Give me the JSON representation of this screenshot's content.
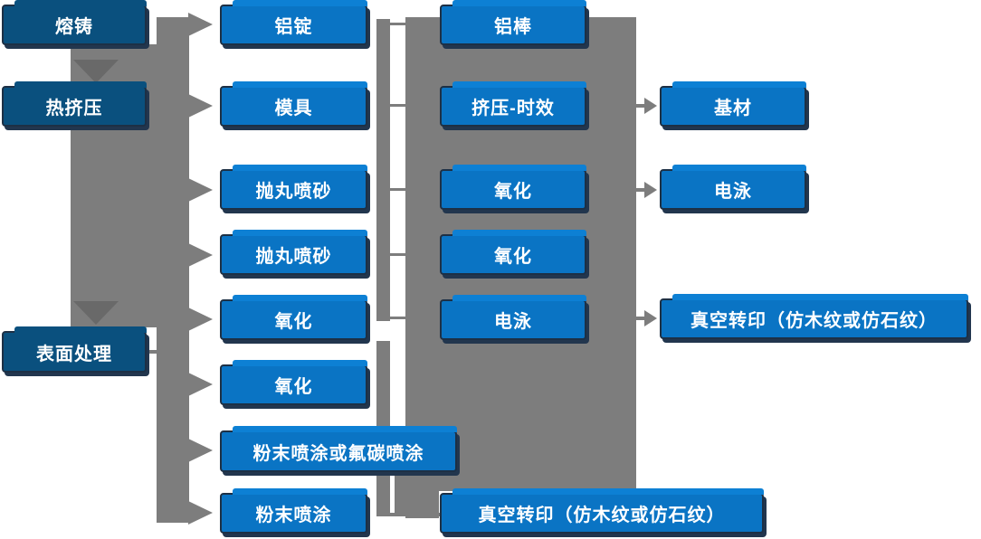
{
  "diagram_type": "flowchart",
  "colors": {
    "node_blue": "#0a74c4",
    "node_blue_highlight": "#0d80d4",
    "node_dark_blue": "#0a507e",
    "node_border": "#1d3045",
    "node_shadow": "#22364e",
    "connector_gray": "#7d7d7d",
    "arrow_dark_gray": "#696969",
    "text": "#ffffff",
    "background": "#ffffff"
  },
  "columns": [
    {
      "name": "process-stages",
      "nodes": [
        {
          "id": "melting",
          "label": "熔铸"
        },
        {
          "id": "hot-extrusion",
          "label": "热挤压"
        },
        {
          "id": "surface-treatment",
          "label": "表面处理"
        }
      ]
    },
    {
      "name": "materials-and-pretreatment",
      "nodes": [
        {
          "id": "aluminum-ingot",
          "label": "铝锭"
        },
        {
          "id": "mold",
          "label": "模具"
        },
        {
          "id": "shot-blasting-1",
          "label": "抛丸喷砂"
        },
        {
          "id": "shot-blasting-2",
          "label": "抛丸喷砂"
        },
        {
          "id": "oxidation-1",
          "label": "氧化"
        },
        {
          "id": "oxidation-2",
          "label": "氧化"
        },
        {
          "id": "powder-or-fluorocarbon-spraying",
          "label": "粉末喷涂或氟碳喷涂"
        },
        {
          "id": "powder-spraying",
          "label": "粉末喷涂"
        }
      ]
    },
    {
      "name": "intermediate-processes",
      "nodes": [
        {
          "id": "aluminum-rod",
          "label": "铝棒"
        },
        {
          "id": "extrusion-aging",
          "label": "挤压-时效"
        },
        {
          "id": "oxidation-3",
          "label": "氧化"
        },
        {
          "id": "oxidation-4",
          "label": "氧化"
        },
        {
          "id": "electrophoresis-1",
          "label": "电泳"
        },
        {
          "id": "vacuum-transfer-1",
          "label": "真空转印（仿木纹或仿石纹）"
        }
      ]
    },
    {
      "name": "finished-treatments",
      "nodes": [
        {
          "id": "base-material",
          "label": "基材"
        },
        {
          "id": "electrophoresis-2",
          "label": "电泳"
        },
        {
          "id": "vacuum-transfer-2",
          "label": "真空转印（仿木纹或仿石纹）"
        }
      ]
    }
  ]
}
